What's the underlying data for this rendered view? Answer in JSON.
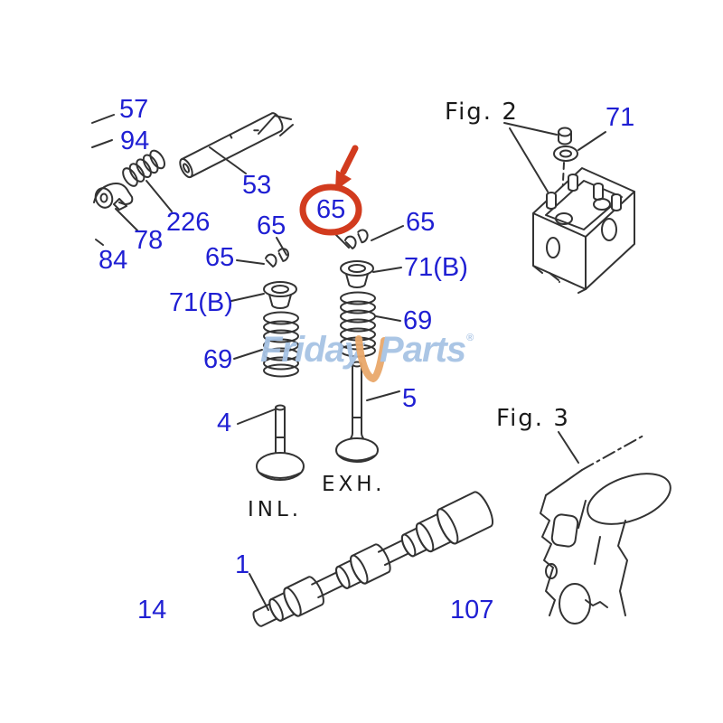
{
  "diagram": {
    "figure_labels": {
      "fig2": "Fig. 2",
      "fig3": "Fig. 3"
    },
    "valve_labels": {
      "inlet": "INL.",
      "exhaust": "EXH."
    },
    "parts": {
      "p1": "1",
      "p4": "4",
      "p5": "5",
      "p14": "14",
      "p53": "53",
      "p57": "57",
      "p65": "65",
      "p69": "69",
      "p71": "71",
      "p71b": "71(B)",
      "p78": "78",
      "p84": "84",
      "p94": "94",
      "p107": "107",
      "p226": "226"
    },
    "highlight": {
      "circled_part": "65"
    }
  },
  "watermark": {
    "text1": "Friday",
    "text2": "Parts",
    "registered_mark": "®"
  },
  "colors": {
    "label_blue": "#1f1fd3",
    "figure_text": "#1a1a1a",
    "line_color": "#333333",
    "highlight_red": "#d23b1e",
    "watermark_blue": "#a7c3e4",
    "watermark_orange": "#e9a86b"
  }
}
